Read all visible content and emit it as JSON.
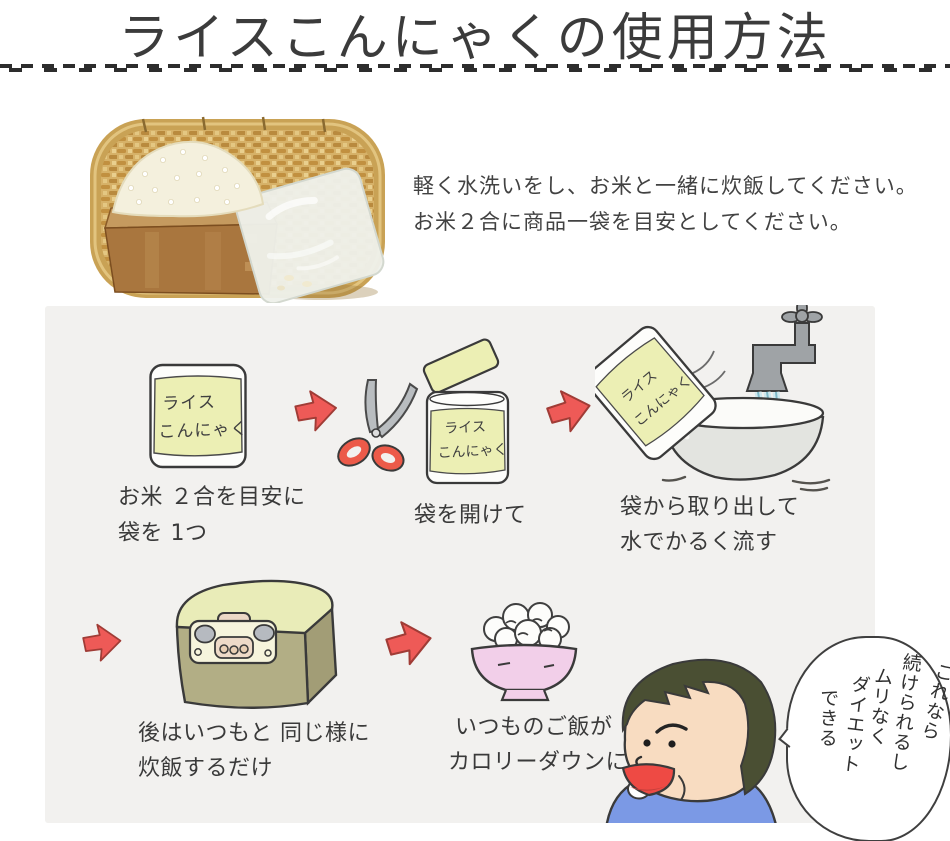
{
  "header": {
    "title": "ライスこんにゃくの使用方法"
  },
  "intro": {
    "line1": "軽く水洗いをし、お米と一緒に炊飯してください。",
    "line2": "お米２合に商品一袋を目安としてください。"
  },
  "package_label": {
    "line1": "ライス",
    "line2": "こんにゃく"
  },
  "steps": {
    "step1": {
      "line1": "お米 ２合を目安に",
      "line2": "袋を 1つ"
    },
    "step2": {
      "line1": "袋を開けて"
    },
    "step3": {
      "line1": "袋から取り出して",
      "line2": "水でかるく流す"
    },
    "step4": {
      "line1": "後はいつもと 同じ様に",
      "line2": "炊飯するだけ"
    },
    "step5": {
      "line1": "いつものご飯が",
      "line2": "カロリーダウンに"
    }
  },
  "bubble": {
    "full_text": "これなら続けられるしムリなくダイエットできる",
    "cols": [
      "これなら",
      "続けられるし",
      "ムリなく",
      "ダイエット",
      "できる"
    ]
  },
  "colors": {
    "arrow_red": "#ee5a57",
    "package_yellow": "#ecefb4",
    "panel_background": "#f2f1ef",
    "text_dark": "#3c3c3c",
    "shirt_blue": "#7b99e5",
    "bowl_pink": "#f2cfe9",
    "water_blue": "#9fcdd8",
    "cooker_olive": "#b2ae85",
    "basket_tan": "#c9a255"
  }
}
